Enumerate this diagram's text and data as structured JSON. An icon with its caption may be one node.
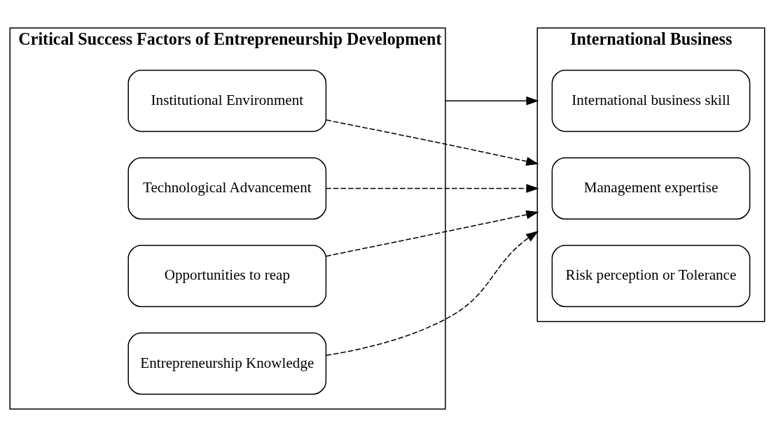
{
  "diagram": {
    "nodes": [
      {
        "text": [
          "Critical Success Factors of Entrepreneurship Development"
        ]
      },
      {
        "text": [
          "Institutional Environment"
        ],
        "in": 0
      },
      {
        "text": [
          "Technological Advancement"
        ],
        "in": 0
      },
      {
        "text": [
          "Opportunities to reap"
        ],
        "in": 0
      },
      {
        "text": [
          "Entrepreneurship Knowledge"
        ],
        "in": 0
      },
      {
        "text": [
          "International Business"
        ]
      },
      {
        "text": [
          "International business skill"
        ],
        "in": 5
      },
      {
        "text": [
          "Management expertise"
        ],
        "in": 5
      },
      {
        "text": [
          "Risk perception or Tolerance"
        ],
        "in": 5
      }
    ],
    "edges": [
      {
        "from": 0,
        "to": 5,
        "arrow": "to"
      },
      {
        "from": 1,
        "to": 5,
        "arrow": "to",
        "style": "dashed"
      },
      {
        "from": 2,
        "to": 5,
        "arrow": "to",
        "style": "dashed"
      },
      {
        "from": 3,
        "to": 5,
        "arrow": "to",
        "style": "dashed"
      },
      {
        "from": 4,
        "to": 5,
        "arrow": "to",
        "style": "dashed"
      }
    ]
  }
}
